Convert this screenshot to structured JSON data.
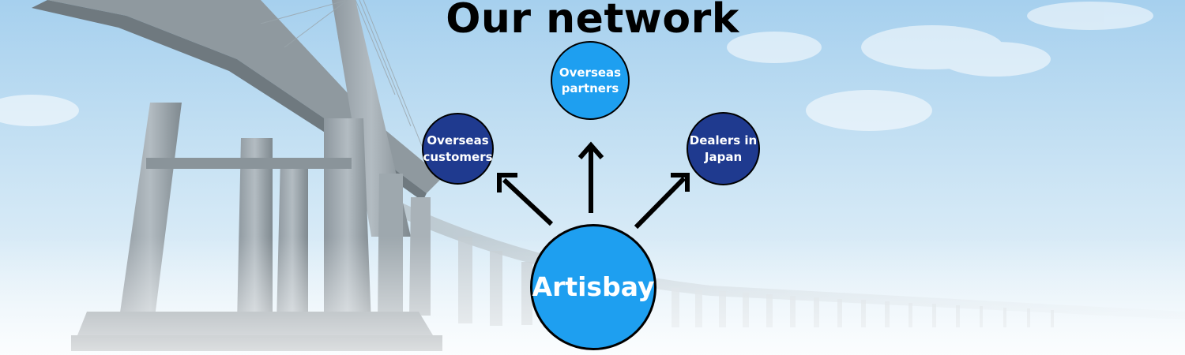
{
  "title": "Our network",
  "center": {
    "label": "Artisbay"
  },
  "nodes": {
    "left": "Overseas\ncustomers",
    "top": "Overseas\npartners",
    "right": "Dealers in\nJapan"
  },
  "colors": {
    "node_dark": "#1f3a8f",
    "node_light": "#1e9ff0",
    "sky_top": "#a9d3ef",
    "sky_bottom": "#eef6fb",
    "arrow": "#000000"
  },
  "background": "bridge-over-water-photo"
}
